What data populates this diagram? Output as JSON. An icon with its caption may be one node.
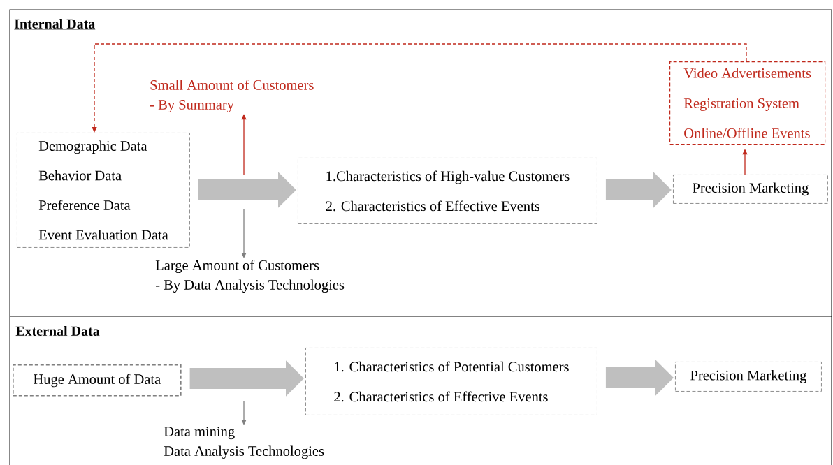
{
  "diagram": {
    "nodes": [
      {
        "text": [
          "Demographic Data",
          "Behavior Data",
          "Preference Data",
          "Event Evaluation Data"
        ]
      },
      {
        "text": [
          "1.Characteristics of High-value Customers",
          "2. Characteristics of Effective Events"
        ]
      },
      {
        "text": [
          "Precision Marketing"
        ]
      },
      {
        "text": [
          "Video Advertisements",
          "Registration System",
          "Online/Offline Events"
        ]
      },
      {
        "text": [
          "Small Amount of Customers",
          "- By Summary"
        ]
      },
      {
        "text": [
          "Large Amount of Customers",
          "- By Data Analysis Technologies"
        ]
      },
      {
        "text": [
          "Huge Amount of Data"
        ]
      },
      {
        "text": [
          "1. Characteristics of Potential Customers",
          "2. Characteristics of Effective Events"
        ]
      },
      {
        "text": [
          "Precision Marketing"
        ]
      },
      {
        "text": [
          "Data mining",
          "Data Analysis Technologies"
        ]
      }
    ],
    "edges": [
      {
        "from": 0,
        "to": 1,
        "arrow": "to",
        "style": "thick",
        "color": "#bfbfbf"
      },
      {
        "from": 1,
        "to": 2,
        "arrow": "to",
        "style": "thick",
        "color": "#bfbfbf"
      },
      {
        "from": 2,
        "to": 3,
        "arrow": "to",
        "color": "#c0291c"
      },
      {
        "from": 3,
        "to": 0,
        "arrow": "to",
        "style": "dashed",
        "color": "#c0291c"
      },
      {
        "from": null,
        "to": 4,
        "arrow": "to",
        "color": "#c0291c"
      },
      {
        "from": null,
        "to": 5,
        "arrow": "to",
        "color": "#808080"
      },
      {
        "from": 6,
        "to": 7,
        "arrow": "to",
        "style": "thick",
        "color": "#bfbfbf"
      },
      {
        "from": 7,
        "to": 8,
        "arrow": "to",
        "style": "thick",
        "color": "#bfbfbf"
      },
      {
        "from": null,
        "to": 9,
        "arrow": "to",
        "color": "#808080"
      }
    ],
    "labels": [
      "Internal Data",
      "External Data"
    ]
  }
}
